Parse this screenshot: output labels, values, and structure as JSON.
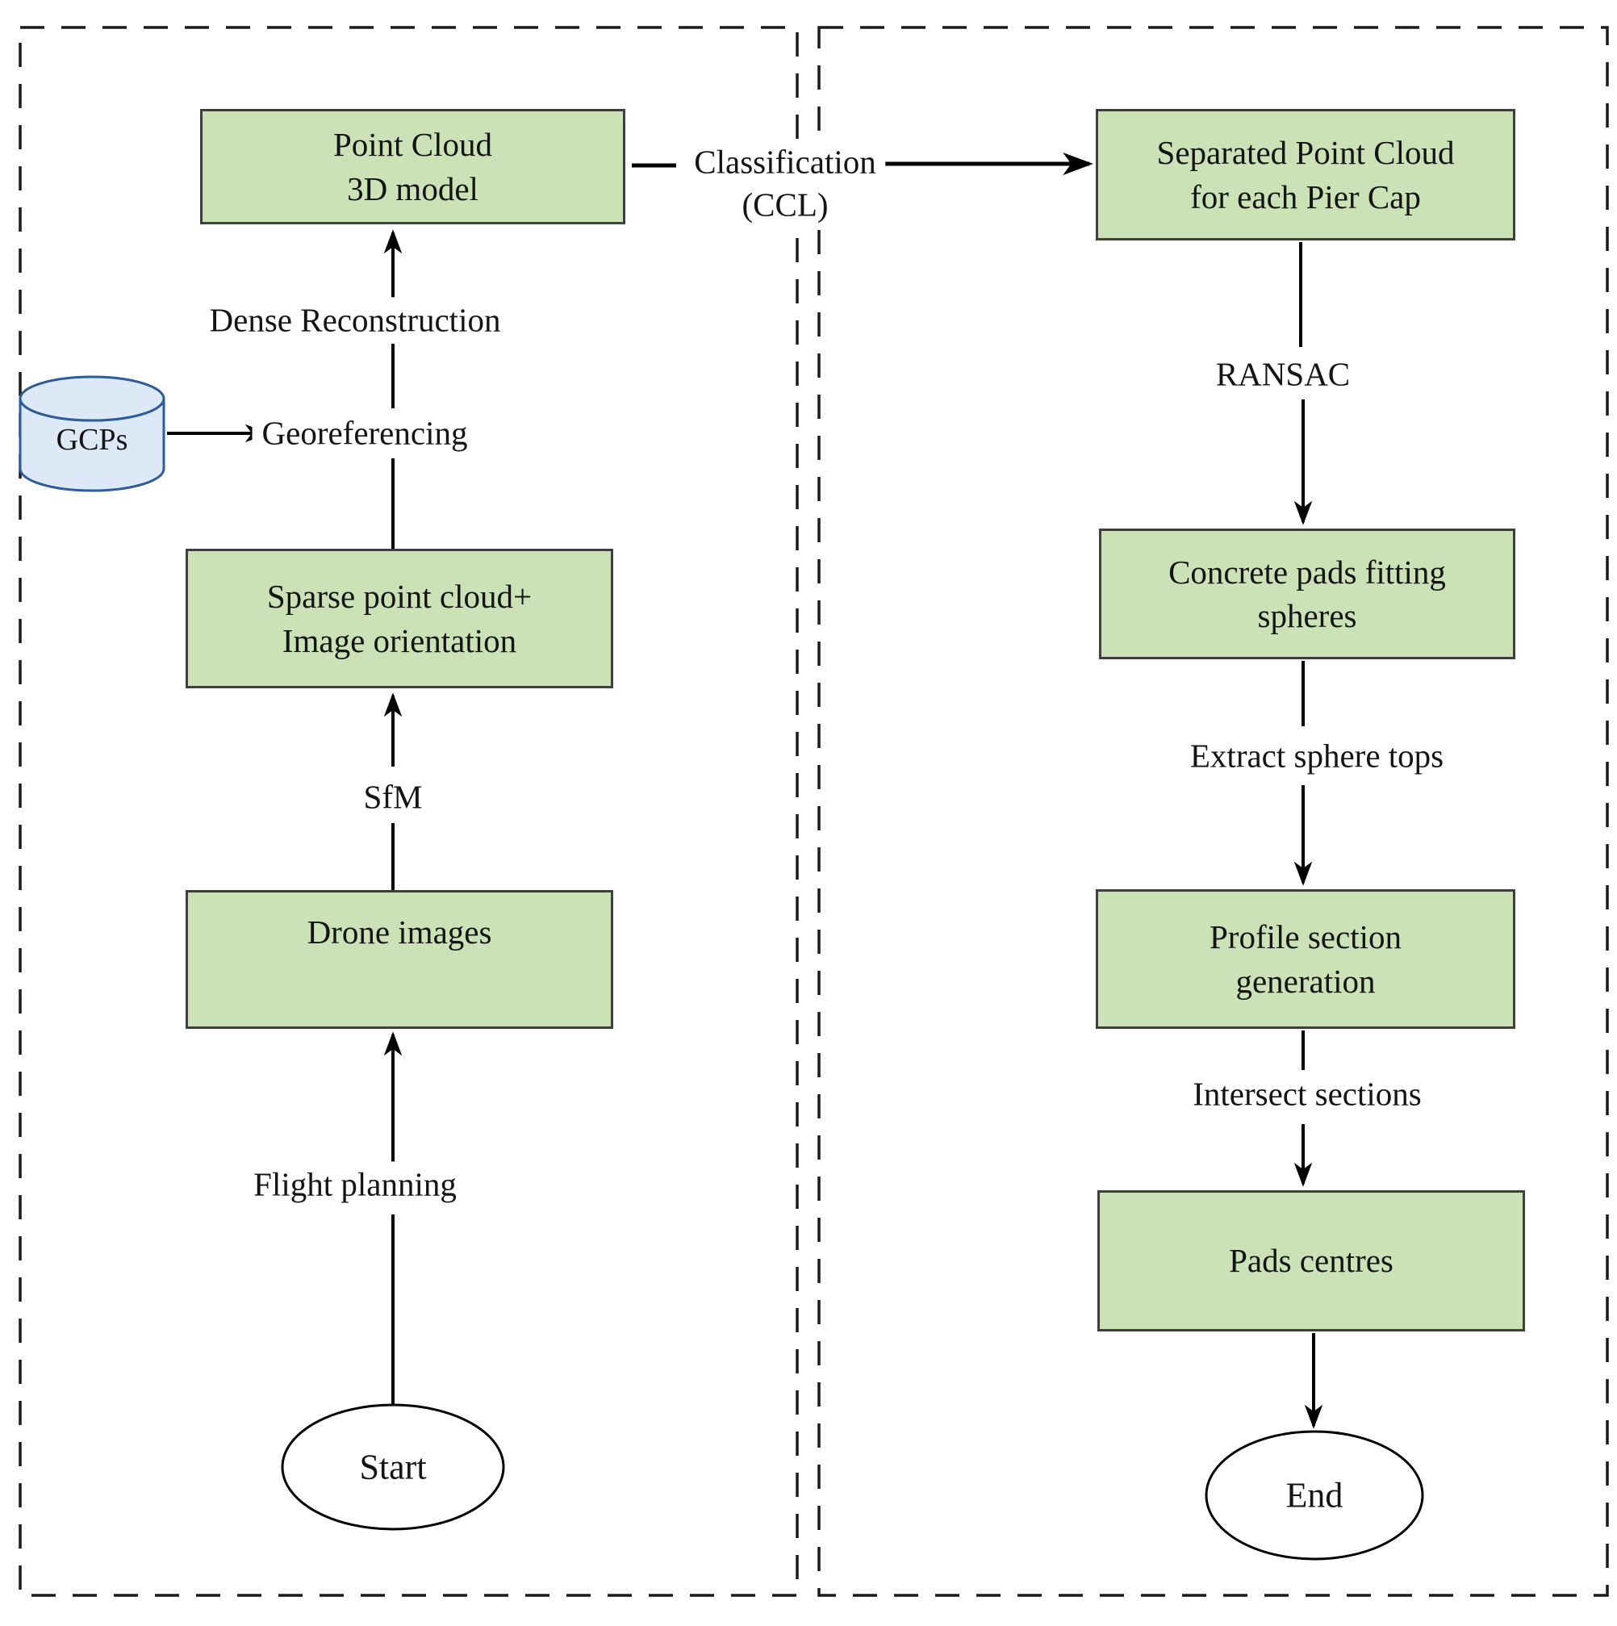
{
  "flowchart": {
    "left_panel": {
      "terminal_start": "Start",
      "datastore": {
        "label": "GCPs"
      },
      "boxes": {
        "point_cloud": {
          "line1": "Point Cloud",
          "line2": "3D model"
        },
        "sparse": {
          "line1": "Sparse point cloud+",
          "line2": "Image orientation"
        },
        "drone": {
          "label": "Drone images"
        }
      },
      "edge_labels": {
        "dense": "Dense Reconstruction",
        "geo": "Georeferencing",
        "sfm": "SfM",
        "flight": "Flight planning"
      }
    },
    "bridge": {
      "line1": "Classification",
      "line2": "(CCL)"
    },
    "right_panel": {
      "terminal_end": "End",
      "boxes": {
        "separated": {
          "line1": "Separated Point Cloud",
          "line2": "for each Pier Cap"
        },
        "concrete": {
          "line1": "Concrete pads fitting",
          "line2": "spheres"
        },
        "profile": {
          "line1": "Profile section",
          "line2": "generation"
        },
        "pads": {
          "label": "Pads centres"
        }
      },
      "edge_labels": {
        "ransac": "RANSAC",
        "extract": "Extract sphere tops",
        "intersect": "Intersect sections"
      }
    },
    "colors": {
      "box_fill": "#cbe2b7",
      "box_border": "#3f3f3f",
      "cylinder_fill": "#dde9f6",
      "cylinder_border": "#2e5b9e",
      "line": "#000000",
      "text": "#141414",
      "panel_border": "#1a1a1a",
      "label_bg": "#ffffff"
    }
  }
}
